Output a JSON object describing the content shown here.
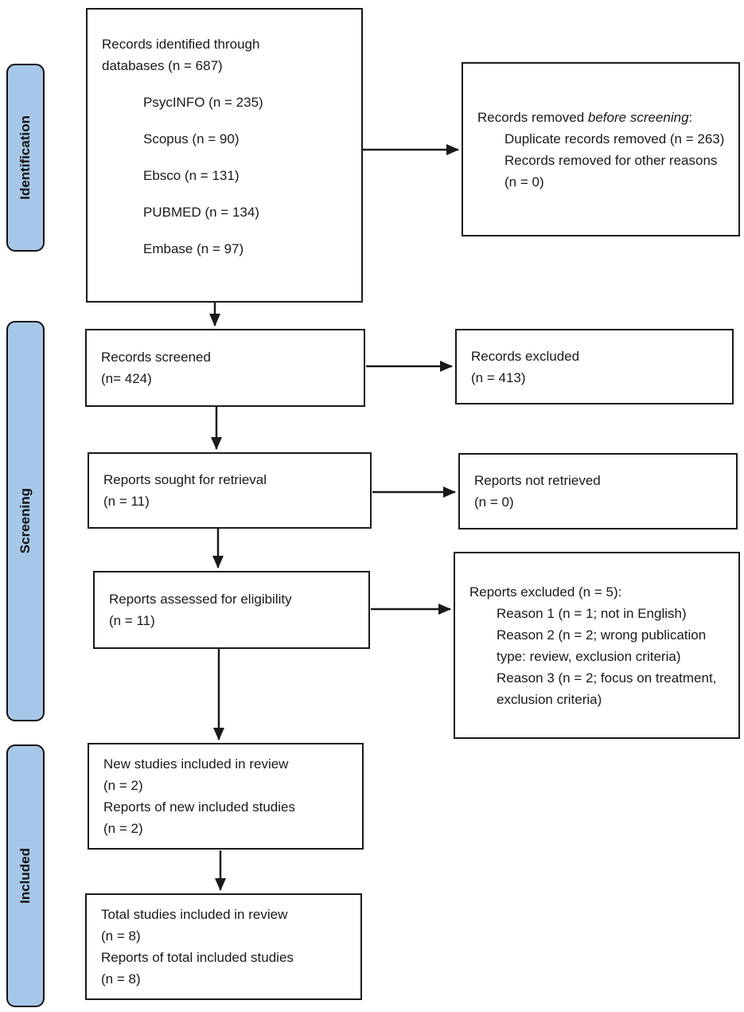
{
  "stages": [
    {
      "label": "Identification"
    },
    {
      "label": "Screening"
    },
    {
      "label": "Included"
    }
  ],
  "boxes": {
    "records_identified": {
      "line1": "Records identified through",
      "line2": "databases (n = 687)",
      "sources": [
        "PsycINFO (n = 235)",
        "Scopus (n = 90)",
        "Ebsco (n = 131)",
        "PUBMED (n = 134)",
        "Embase (n = 97)"
      ]
    },
    "records_removed": {
      "prefix": "Records removed ",
      "italic": "before screening",
      "suffix": ":",
      "items": [
        "Duplicate records removed (n = 263)",
        "Records removed for other reasons (n = 0)"
      ]
    },
    "records_screened": {
      "line1": "Records screened",
      "line2": "(n= 424)"
    },
    "records_excluded": {
      "line1": "Records excluded",
      "line2": "(n = 413)"
    },
    "reports_sought": {
      "line1": "Reports sought for retrieval",
      "line2": "(n = 11)"
    },
    "reports_not_retrieved": {
      "line1": "Reports not retrieved",
      "line2": "(n = 0)"
    },
    "reports_assessed": {
      "line1": "Reports assessed for eligibility",
      "line2": "(n = 11)"
    },
    "reports_excluded": {
      "title": "Reports excluded (n = 5):",
      "reasons": [
        "Reason 1 (n = 1; not in English)",
        "Reason 2 (n = 2; wrong publication type: review, exclusion criteria)",
        "Reason 3 (n = 2; focus on treatment, exclusion criteria)"
      ]
    },
    "new_studies": {
      "lines": [
        "New studies included in review",
        "(n = 2)",
        "Reports of new included studies",
        "(n = 2)"
      ]
    },
    "total_studies": {
      "lines": [
        "Total studies included in review",
        "(n = 8)",
        "Reports of total included studies",
        "(n = 8)"
      ]
    }
  },
  "colors": {
    "stage_fill": "#a7c7e8",
    "line_color": "#1a1a1a"
  }
}
